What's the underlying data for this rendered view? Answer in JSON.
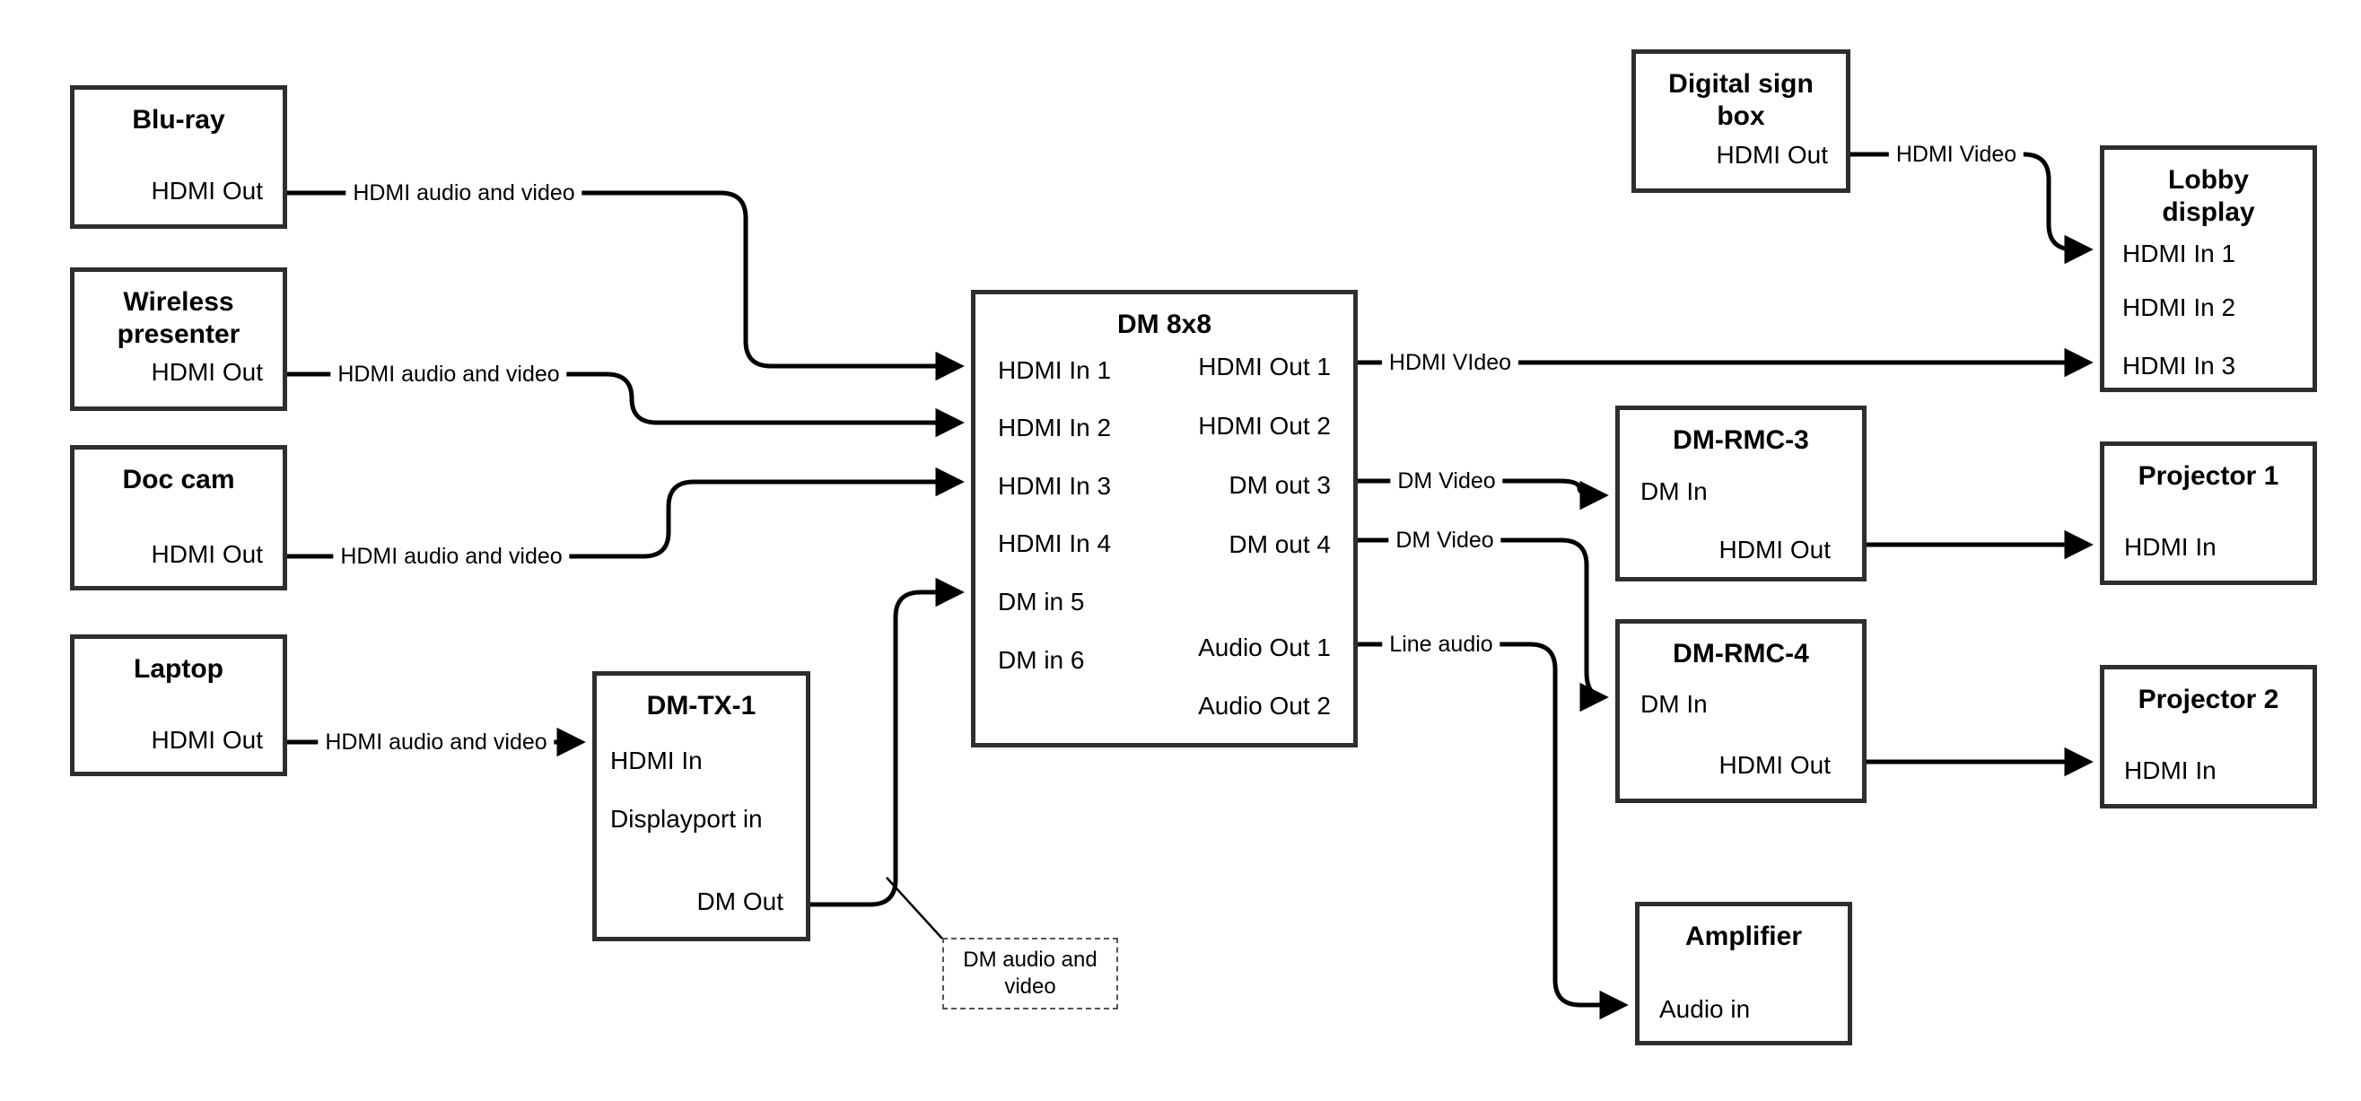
{
  "nodes": {
    "bluray": {
      "title": "Blu-ray",
      "hdmi_out": "HDMI Out"
    },
    "wireless": {
      "title": "Wireless presenter",
      "hdmi_out": "HDMI Out"
    },
    "doccam": {
      "title": "Doc cam",
      "hdmi_out": "HDMI Out"
    },
    "laptop": {
      "title": "Laptop",
      "hdmi_out": "HDMI Out"
    },
    "dmtx1": {
      "title": "DM-TX-1",
      "hdmi_in": "HDMI In",
      "displayport_in": "Displayport in",
      "dm_out": "DM Out"
    },
    "dm8x8": {
      "title": "DM 8x8",
      "hdmi_in_1": "HDMI In 1",
      "hdmi_in_2": "HDMI In 2",
      "hdmi_in_3": "HDMI In 3",
      "hdmi_in_4": "HDMI In 4",
      "dm_in_5": "DM in 5",
      "dm_in_6": "DM in 6",
      "hdmi_out_1": "HDMI Out 1",
      "hdmi_out_2": "HDMI Out 2",
      "dm_out_3": "DM out 3",
      "dm_out_4": "DM out 4",
      "audio_out_1": "Audio Out 1",
      "audio_out_2": "Audio Out 2"
    },
    "digital_sign": {
      "title": "Digital sign box",
      "hdmi_out": "HDMI Out"
    },
    "lobby": {
      "title": "Lobby display",
      "hdmi_in_1": "HDMI In 1",
      "hdmi_in_2": "HDMI In 2",
      "hdmi_in_3": "HDMI In 3"
    },
    "rmc3": {
      "title": "DM-RMC-3",
      "dm_in": "DM In",
      "hdmi_out": "HDMI Out"
    },
    "rmc4": {
      "title": "DM-RMC-4",
      "dm_in": "DM In",
      "hdmi_out": "HDMI Out"
    },
    "proj1": {
      "title": "Projector 1",
      "hdmi_in": "HDMI In"
    },
    "proj2": {
      "title": "Projector 2",
      "hdmi_in": "HDMI In"
    },
    "amplifier": {
      "title": "Amplifier",
      "audio_in": "Audio in"
    }
  },
  "labels": {
    "bluray_link": "HDMI audio and video",
    "wireless_link": "HDMI audio and video",
    "doccam_link": "HDMI audio and video",
    "laptop_link": "HDMI audio and video",
    "hdmi_video_out1": "HDMI VIdeo",
    "dm_video_out3": "DM Video",
    "dm_video_out4": "DM Video",
    "line_audio": "Line audio",
    "sign_hdmi_video": "HDMI Video",
    "note": "DM audio and video"
  },
  "colors": {
    "line": "#000000",
    "box_border": "#2e2e2e",
    "background": "#ffffff"
  }
}
